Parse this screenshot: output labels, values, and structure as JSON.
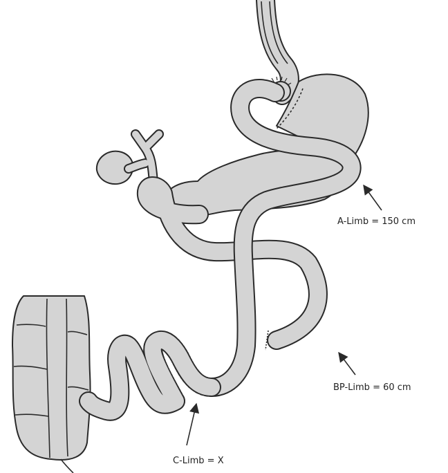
{
  "labels": {
    "a_limb": "A-Limb = 150 cm",
    "bp_limb": "BP-Limb = 60 cm",
    "c_limb": "C-Limb = X"
  },
  "colors": {
    "organ_fill": "#d4d4d4",
    "outline": "#2a2a2a",
    "background": "#ffffff"
  }
}
